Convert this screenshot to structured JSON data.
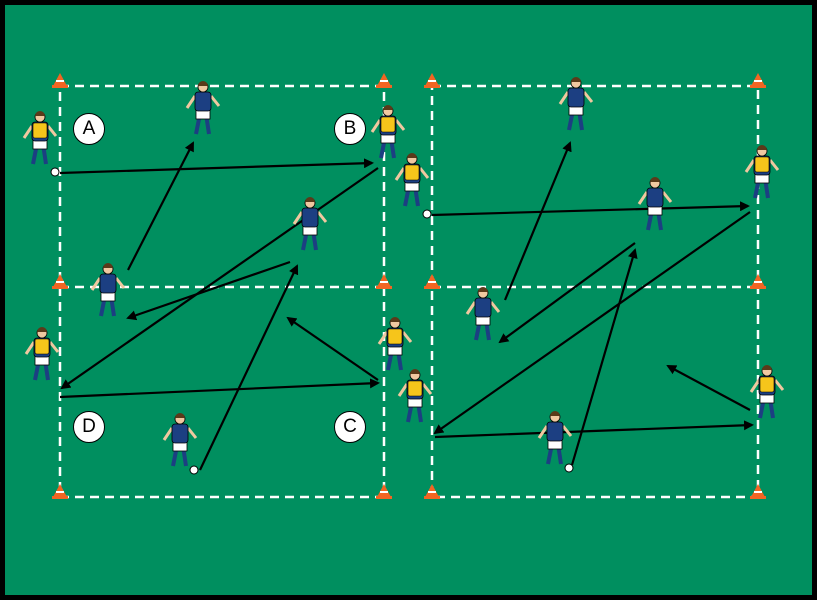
{
  "diagram": {
    "zone_labels": [
      "A",
      "B",
      "C",
      "D"
    ],
    "colors": {
      "field": "#008f5f",
      "lines": "#ffffff",
      "team_blue": "#1c3f82",
      "bib_yellow": "#f6c51b",
      "cone": "#f26522",
      "arrow": "#000000"
    }
  }
}
